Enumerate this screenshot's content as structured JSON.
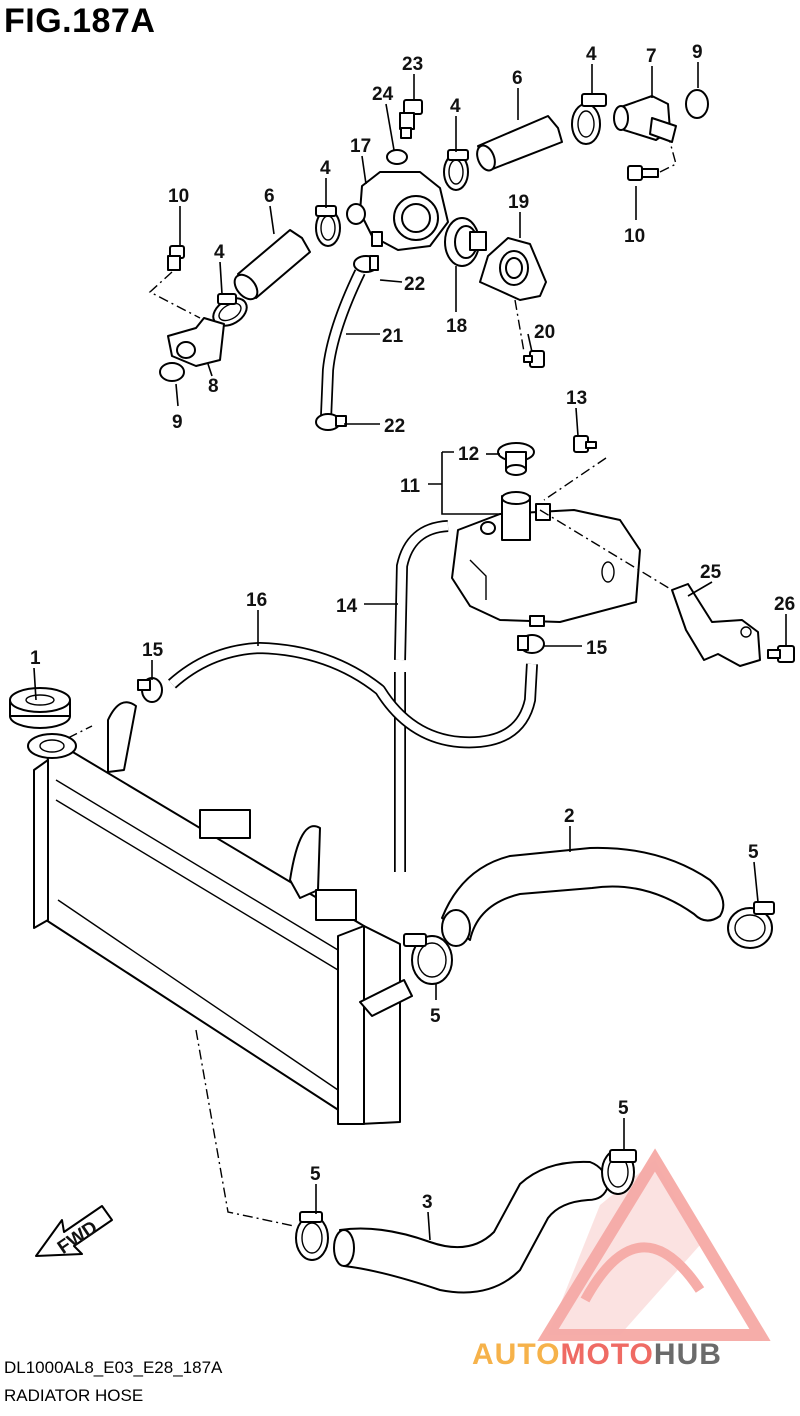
{
  "header": {
    "figure_number": "FIG.187A"
  },
  "callouts": [
    {
      "id": "c23",
      "text": "23"
    },
    {
      "id": "c24",
      "text": "24"
    },
    {
      "id": "c4a",
      "text": "4"
    },
    {
      "id": "c6a",
      "text": "6"
    },
    {
      "id": "c4b",
      "text": "4"
    },
    {
      "id": "c7",
      "text": "7"
    },
    {
      "id": "c9a",
      "text": "9"
    },
    {
      "id": "c17",
      "text": "17"
    },
    {
      "id": "c4c",
      "text": "4"
    },
    {
      "id": "c10a",
      "text": "10"
    },
    {
      "id": "c6b",
      "text": "6"
    },
    {
      "id": "c19",
      "text": "19"
    },
    {
      "id": "c10b",
      "text": "10"
    },
    {
      "id": "c4d",
      "text": "4"
    },
    {
      "id": "c22a",
      "text": "22"
    },
    {
      "id": "c21",
      "text": "21"
    },
    {
      "id": "c20",
      "text": "20"
    },
    {
      "id": "c18",
      "text": "18"
    },
    {
      "id": "c8",
      "text": "8"
    },
    {
      "id": "c9b",
      "text": "9"
    },
    {
      "id": "c22b",
      "text": "22"
    },
    {
      "id": "c13",
      "text": "13"
    },
    {
      "id": "c12",
      "text": "12"
    },
    {
      "id": "c11",
      "text": "11"
    },
    {
      "id": "c25",
      "text": "25"
    },
    {
      "id": "c16",
      "text": "16"
    },
    {
      "id": "c14",
      "text": "14"
    },
    {
      "id": "c26",
      "text": "26"
    },
    {
      "id": "c1",
      "text": "1"
    },
    {
      "id": "c15a",
      "text": "15"
    },
    {
      "id": "c15b",
      "text": "15"
    },
    {
      "id": "c2",
      "text": "2"
    },
    {
      "id": "c5a",
      "text": "5"
    },
    {
      "id": "c5b",
      "text": "5"
    },
    {
      "id": "c5c",
      "text": "5"
    },
    {
      "id": "c5d",
      "text": "5"
    },
    {
      "id": "c3",
      "text": "3"
    }
  ],
  "fwd_label": "FWD",
  "footer": {
    "model_code": "DL1000AL8_E03_E28_187A",
    "section_name": "RADIATOR HOSE"
  },
  "watermark": {
    "part1": "AUTO",
    "part2": "MOTO",
    "part3": "HUB",
    "colors": {
      "auto": "#f6b24a",
      "moto": "#ef6b64",
      "hub": "#6b6b6b",
      "triangle": "#ef6b64"
    }
  }
}
